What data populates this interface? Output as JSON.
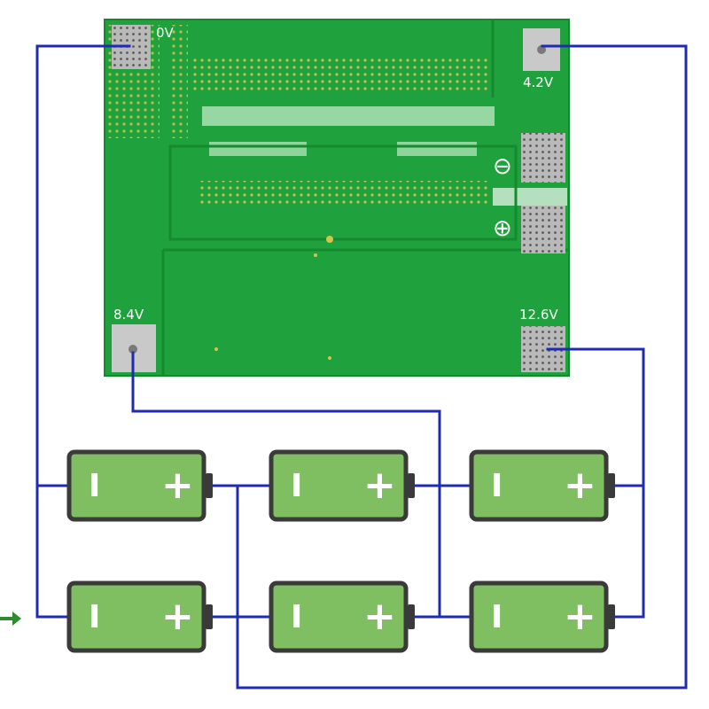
{
  "pcb": {
    "pad_labels": {
      "p0v": "0V",
      "p42v": "4.2V",
      "p84v": "8.4V",
      "p126v": "12.6V"
    },
    "polarity_symbols": {
      "negative": "⊖",
      "positive": "⊕"
    },
    "colors": {
      "board": "#1fa23e",
      "board_dark": "#158a2f",
      "pad": "#c9c9c9"
    }
  },
  "batteries": {
    "rows": 2,
    "cols": 3,
    "cells": [
      {
        "row": 1,
        "col": 1,
        "minus": "I",
        "plus": "+"
      },
      {
        "row": 1,
        "col": 2,
        "minus": "I",
        "plus": "+"
      },
      {
        "row": 1,
        "col": 3,
        "minus": "I",
        "plus": "+"
      },
      {
        "row": 2,
        "col": 1,
        "minus": "I",
        "plus": "+"
      },
      {
        "row": 2,
        "col": 2,
        "minus": "I",
        "plus": "+"
      },
      {
        "row": 2,
        "col": 3,
        "minus": "I",
        "plus": "+"
      }
    ],
    "colors": {
      "fill": "#7fbf62",
      "outline": "#3a3a3a",
      "terminal_mark": "#ffffff"
    }
  },
  "wires": {
    "color": "#1f2bb3"
  },
  "input_arrow": {
    "color": "#2e8b2e"
  }
}
